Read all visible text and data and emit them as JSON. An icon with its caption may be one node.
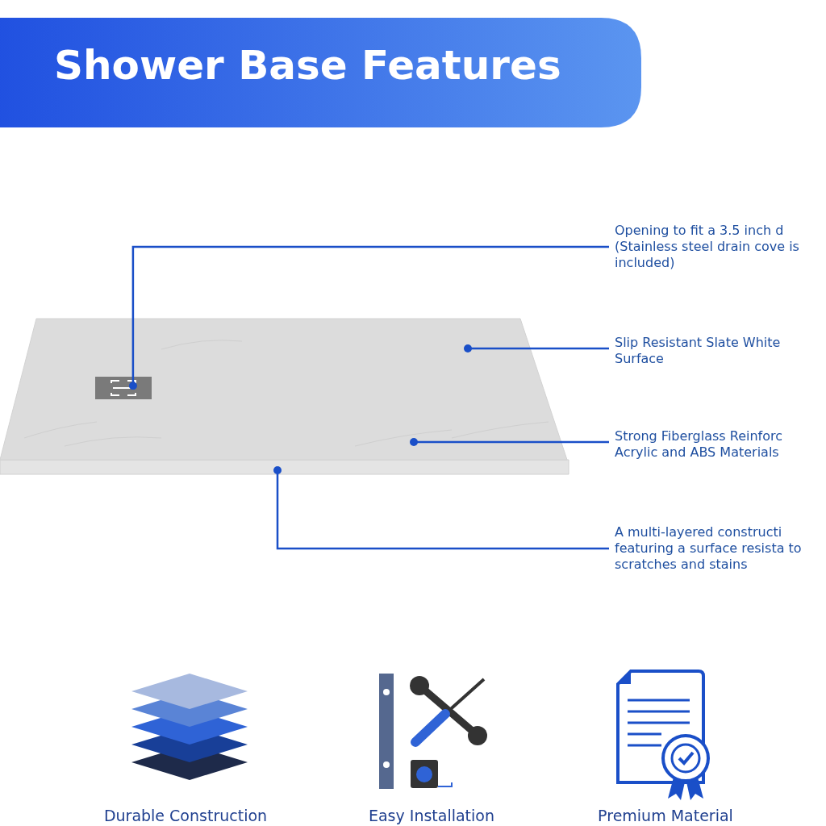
{
  "diagram": {
    "title": "Shower Base Features",
    "nodes": [
      {
        "text": [],
        "shape": "picture"
      },
      {
        "text": [],
        "shape": "picture",
        "in": 0
      },
      {
        "text": [
          "Opening to fit a 3.5 inch d (Stainless steel drain cove is included)"
        ]
      },
      {
        "text": [
          "Slip Resistant Slate White Surface"
        ]
      },
      {
        "text": [
          "Strong Fiberglass Reinforc Acrylic and ABS Materials"
        ]
      },
      {
        "text": [
          "A multi-layered constructi featuring a surface resista to scratches and stains"
        ]
      }
    ],
    "edges": [
      {
        "from": 2,
        "to": 1,
        "arrow": "other"
      },
      {
        "from": 3,
        "to": 0,
        "arrow": "other"
      },
      {
        "from": 4,
        "to": 0,
        "arrow": "other"
      },
      {
        "from": 5,
        "to": 0,
        "arrow": "other"
      }
    ],
    "labels": [
      "Durable Construction",
      "Easy Installation",
      "Premium Material"
    ]
  }
}
